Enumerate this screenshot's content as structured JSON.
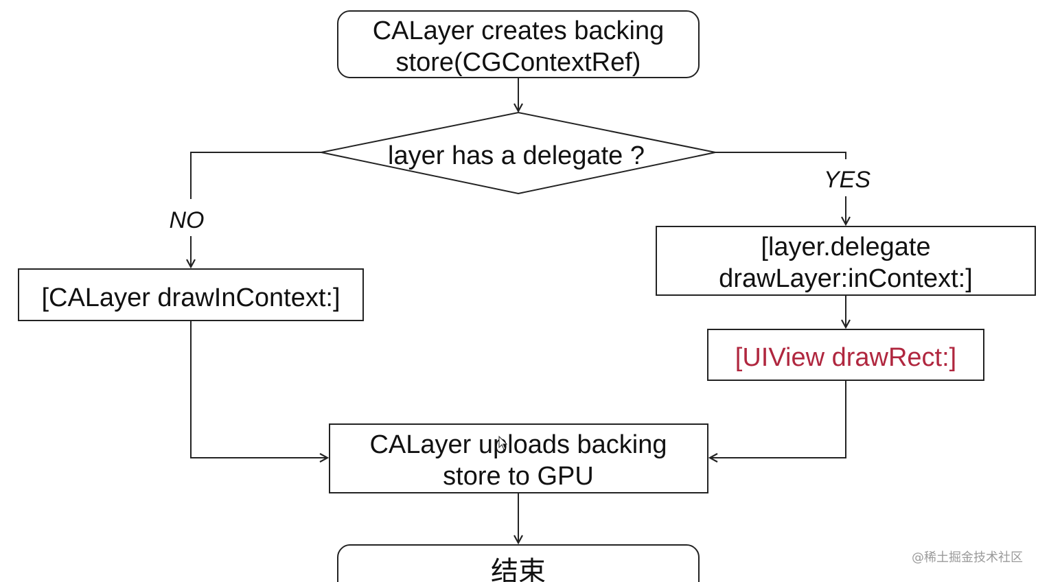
{
  "flowchart": {
    "start": {
      "line1": "CALayer creates backing",
      "line2": "store(CGContextRef)"
    },
    "decision": "layer has a delegate ?",
    "no_label": "NO",
    "yes_label": "YES",
    "no_action": "[CALayer drawInContext:]",
    "yes_action": {
      "line1": "[layer.delegate",
      "line2": "drawLayer:inContext:]"
    },
    "view_draw": "[UIView drawRect:]",
    "upload": {
      "line1": "CALayer uploads backing",
      "line2": "store to GPU"
    },
    "end": "结束"
  },
  "watermark": "@稀土掘金技术社区",
  "colors": {
    "stroke": "#222222",
    "text": "#111111",
    "highlight_text": "#b0273f"
  }
}
